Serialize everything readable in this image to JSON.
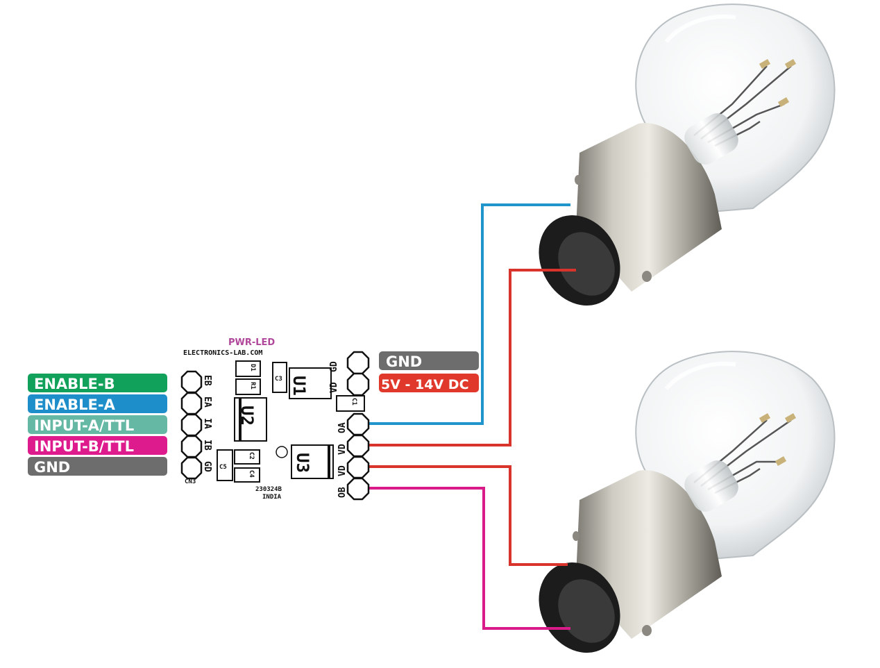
{
  "colors": {
    "enable_b": "#12a15a",
    "enable_a": "#1d8ec9",
    "input_a": "#64b8a4",
    "input_b": "#de1b8c",
    "gnd": "#6d6d6d",
    "vdd": "#e0392b",
    "wire_blue": "#1f95cc",
    "wire_red": "#d9342b",
    "wire_pink": "#d81b88"
  },
  "left_labels": [
    {
      "id": "enable-b",
      "text": "ENABLE-B"
    },
    {
      "id": "enable-a",
      "text": "ENABLE-A"
    },
    {
      "id": "input-a",
      "text": "INPUT-A/TTL"
    },
    {
      "id": "input-b",
      "text": "INPUT-B/TTL"
    },
    {
      "id": "gnd",
      "text": "GND"
    }
  ],
  "right_labels": {
    "gnd": "GND",
    "power": "5V - 14V DC"
  },
  "board": {
    "title": "PWR-LED",
    "site": "ELECTRONICS-LAB.COM",
    "code": "230324B",
    "country": "INDIA",
    "connector_name": "CN3",
    "left_pins": [
      "EB",
      "EA",
      "IA",
      "IB",
      "GD"
    ],
    "right_top_pins": [
      "GD",
      "VD"
    ],
    "right_bottom_pins": [
      "OA",
      "VD",
      "VD",
      "OB"
    ],
    "components": {
      "u1": "U1",
      "u2": "U2",
      "u3": "U3",
      "d1": "D1",
      "r1": "R1",
      "c1": "C1",
      "c2": "C2",
      "c3": "C3",
      "c4": "C4",
      "c5": "C5"
    }
  },
  "lamps": [
    {
      "id": "lamp-top",
      "type": "dual-filament bulb"
    },
    {
      "id": "lamp-bottom",
      "type": "dual-filament bulb"
    }
  ]
}
